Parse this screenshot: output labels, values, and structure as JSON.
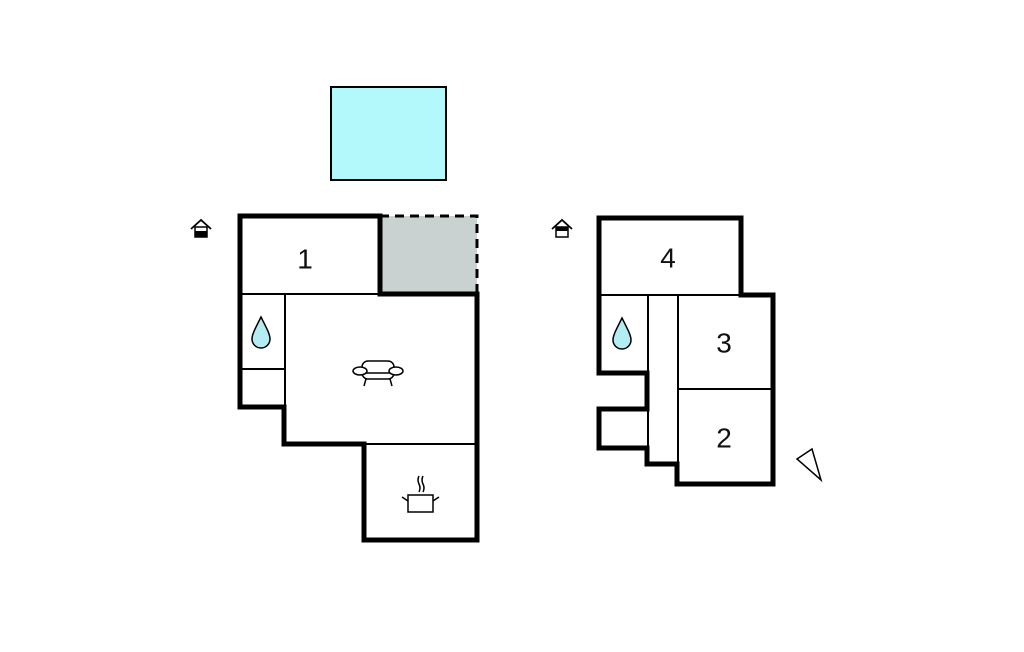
{
  "plan": {
    "colors": {
      "pool": "#b3f8fb",
      "terrace": "#c9d1d1",
      "water": "#b3ecf3",
      "wall": "#000000"
    },
    "ground_floor": {
      "icon": "house-floor-icon",
      "rooms": [
        {
          "label": "1",
          "type": "bedroom"
        },
        {
          "type": "bathroom",
          "icon": "water-drop-icon"
        },
        {
          "type": "living-room",
          "icon": "sofa-icon"
        },
        {
          "type": "kitchen",
          "icon": "cooking-pot-icon"
        }
      ]
    },
    "upper_floor": {
      "icon": "house-floor-icon",
      "rooms": [
        {
          "label": "4",
          "type": "bedroom"
        },
        {
          "label": "3",
          "type": "bedroom"
        },
        {
          "label": "2",
          "type": "bedroom"
        },
        {
          "type": "bathroom",
          "icon": "water-drop-icon"
        }
      ]
    },
    "compass": "north-arrow-icon"
  }
}
